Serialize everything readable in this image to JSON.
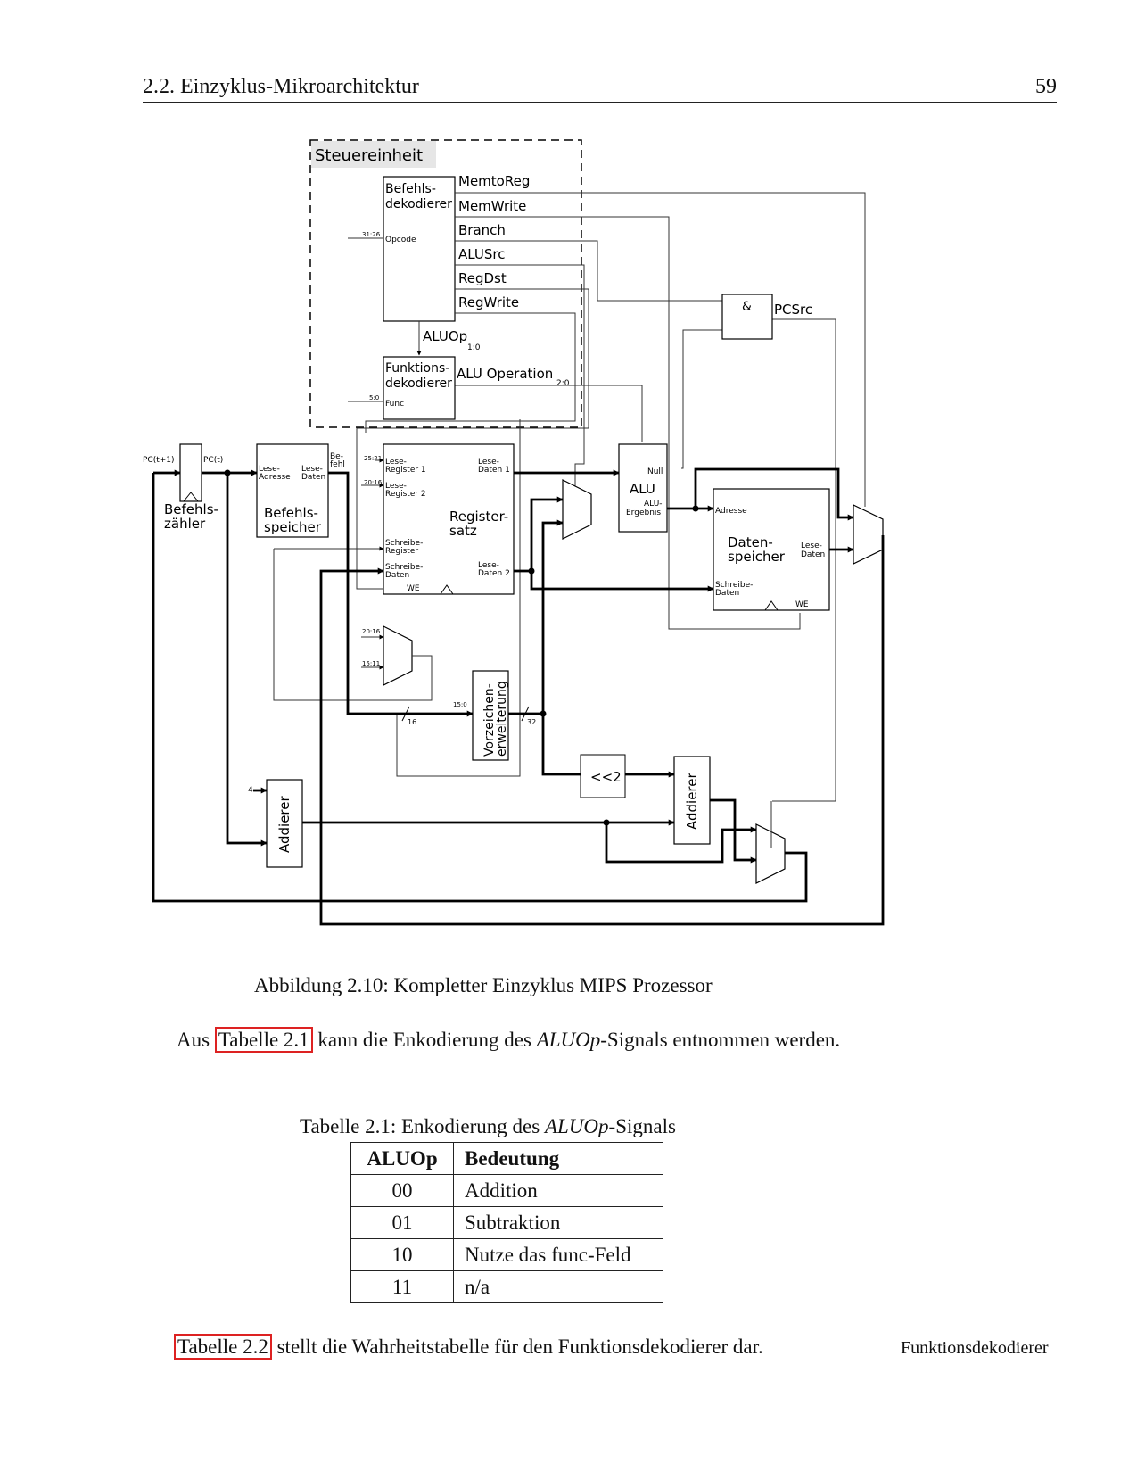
{
  "header": {
    "section": "2.2.  Einzyklus-Mikroarchitektur",
    "page_number": "59"
  },
  "diagram": {
    "control_unit": "Steuereinheit",
    "main_decoder": [
      "Befehls-",
      "dekodierer"
    ],
    "opcode": "Opcode",
    "opcode_bits": "31:26",
    "control_signals": [
      "MemtoReg",
      "MemWrite",
      "Branch",
      "ALUSrc",
      "RegDst",
      "RegWrite"
    ],
    "aluop": "ALUOp",
    "aluop_bits": "1:0",
    "func_decoder": [
      "Funktions-",
      "dekodierer"
    ],
    "func": "Func",
    "func_bits": "5:0",
    "alu_operation": "ALU Operation",
    "alu_operation_bits": "2:0",
    "and_gate": "&",
    "pcsrc": "PCSrc",
    "pc_next": "PC(t+1)",
    "pc": "PC(t)",
    "pc_register": [
      "Befehls-",
      "zähler"
    ],
    "imem_read_address": [
      "Lese-",
      "Adresse"
    ],
    "imem_read_data": [
      "Lese-",
      "Daten"
    ],
    "imem_name": [
      "Befehls-",
      "speicher"
    ],
    "instruction": [
      "Be-",
      "fehl"
    ],
    "regfile_bits_a1": "25:21",
    "regfile_bits_a2": "20:16",
    "regfile_a1": [
      "Lese-",
      "Register 1"
    ],
    "regfile_a2": [
      "Lese-",
      "Register 2"
    ],
    "regfile_a3": [
      "Schreibe-",
      "Register"
    ],
    "regfile_wd": [
      "Schreibe-",
      "Daten"
    ],
    "regfile_we": "WE",
    "regfile_rd1": [
      "Lese-",
      "Daten 1"
    ],
    "regfile_rd2": [
      "Lese-",
      "Daten 2"
    ],
    "regfile_name": [
      "Register-",
      "satz"
    ],
    "alu": "ALU",
    "alu_zero": "Null",
    "alu_result": [
      "ALU-",
      "Ergebnis"
    ],
    "dmem_address": "Adresse",
    "dmem_name": [
      "Daten-",
      "speicher"
    ],
    "dmem_read_data": [
      "Lese-",
      "Daten"
    ],
    "dmem_write_data": [
      "Schreibe-",
      "Daten"
    ],
    "dmem_we": "WE",
    "regdst_mux_in0": "20:16",
    "regdst_mux_in1": "15:11",
    "sign_extend": [
      "Vorzeichen-",
      "erweiterung"
    ],
    "sign_extend_bits": "15:0",
    "width_16": "16",
    "width_32": "32",
    "shift": "<<2",
    "adder": "Addierer",
    "const_four": "4"
  },
  "caption": "Abbildung 2.10: Kompletter Einzyklus MIPS Prozessor",
  "paragraph1": {
    "before": "Aus ",
    "ref": "Tabelle 2.1",
    "middle": " kann die Enkodierung des ",
    "italic": "ALUOp",
    "after": "-Signals entnommen werden."
  },
  "table_caption": {
    "before": "Tabelle 2.1: Enkodierung des ",
    "italic": "ALUOp",
    "after": "-Signals"
  },
  "table": {
    "headers": [
      "ALUOp",
      "Bedeutung"
    ],
    "rows": [
      [
        "00",
        "Addition"
      ],
      [
        "01",
        "Subtraktion"
      ],
      [
        "10",
        "Nutze das func-Feld"
      ],
      [
        "11",
        "n/a"
      ]
    ]
  },
  "paragraph2": {
    "ref": "Tabelle 2.2",
    "after": " stellt die Wahrheitstabelle für den Funktionsdekodierer dar."
  },
  "margin_note": "Funktionsdekodierer"
}
